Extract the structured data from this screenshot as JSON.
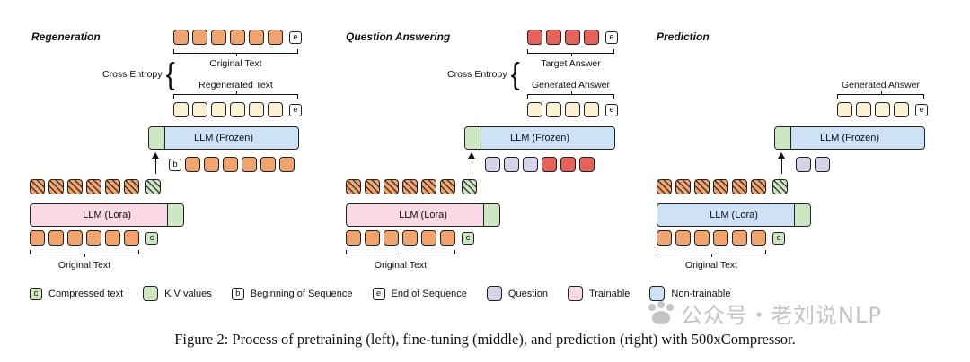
{
  "figure": {
    "caption": "Figure 2: Process of pretraining (left), fine-tuning (middle), and prediction (right) with 500xCompressor.",
    "watermark": "公众号・老刘说NLP"
  },
  "colors": {
    "orange": "#f1a46e",
    "cream": "#fbf2d3",
    "red": "#e9625a",
    "purple": "#d8d2e8",
    "green": "#cde7c3",
    "pink": "#fad9e6",
    "blue": "#cde2f7",
    "border": "#222222",
    "watermark_gray": "#c4c4c4"
  },
  "panels": [
    {
      "title": "Regeneration",
      "cross_entropy": "Cross Entropy",
      "brace_glyph": "{",
      "compare_labels": [
        "Original Text",
        "Regenerated Text"
      ],
      "frozen_label": "LLM (Frozen)",
      "lora_label": "LLM (Lora)",
      "source_label": "Original Text",
      "rows": {
        "target": [
          {
            "type": "orange",
            "count": 6
          },
          {
            "type": "e_token",
            "letter": "e",
            "gap": true
          }
        ],
        "output": [
          {
            "type": "cream",
            "count": 6
          },
          {
            "type": "e_token",
            "letter": "e",
            "gap": true
          }
        ],
        "input": [
          {
            "type": "b_token",
            "letter": "b"
          },
          {
            "type": "orange",
            "count": 6
          }
        ],
        "kv": [
          {
            "type": "orange_hatched",
            "count": 6
          },
          {
            "type": "green_hatched",
            "count": 1,
            "gap": true
          }
        ],
        "source": [
          {
            "type": "orange",
            "count": 6
          },
          {
            "type": "c_token",
            "letter": "c",
            "gap": true
          }
        ]
      }
    },
    {
      "title": "Question Answering",
      "cross_entropy": "Cross Entropy",
      "brace_glyph": "{",
      "compare_labels": [
        "Target Answer",
        "Generated Answer"
      ],
      "frozen_label": "LLM (Frozen)",
      "lora_label": "LLM (Lora)",
      "source_label": "Original Text",
      "rows": {
        "target": [
          {
            "type": "red",
            "count": 4
          },
          {
            "type": "e_token",
            "letter": "e",
            "gap": true
          }
        ],
        "output": [
          {
            "type": "cream",
            "count": 4
          },
          {
            "type": "e_token",
            "letter": "e",
            "gap": true
          }
        ],
        "input": [
          {
            "type": "purple",
            "count": 3
          },
          {
            "type": "red",
            "count": 3
          }
        ],
        "kv": [
          {
            "type": "orange_hatched",
            "count": 6
          },
          {
            "type": "green_hatched",
            "count": 1,
            "gap": true
          }
        ],
        "source": [
          {
            "type": "orange",
            "count": 6
          },
          {
            "type": "c_token",
            "letter": "c",
            "gap": true
          }
        ]
      }
    },
    {
      "title": "Prediction",
      "output_label": "Generated Answer",
      "frozen_label": "LLM (Frozen)",
      "lora_label": "LLM (Lora)",
      "source_label": "Original Text",
      "rows": {
        "output": [
          {
            "type": "cream",
            "count": 4
          },
          {
            "type": "e_token",
            "letter": "e",
            "gap": true
          }
        ],
        "input": [
          {
            "type": "purple",
            "count": 2
          }
        ],
        "kv": [
          {
            "type": "orange_hatched",
            "count": 6
          },
          {
            "type": "green_hatched",
            "count": 1,
            "gap": true
          }
        ],
        "source": [
          {
            "type": "orange",
            "count": 6
          },
          {
            "type": "c_token",
            "letter": "c",
            "gap": true
          }
        ]
      }
    }
  ],
  "legend": [
    {
      "swatch": "c_token",
      "letter": "c",
      "label": "Compressed text"
    },
    {
      "swatch": "green",
      "label": "K V values"
    },
    {
      "swatch": "b_token",
      "letter": "b",
      "label": "Beginning of Sequence"
    },
    {
      "swatch": "e_token",
      "letter": "e",
      "label": "End of Sequence"
    },
    {
      "swatch": "purple",
      "label": "Question"
    },
    {
      "swatch": "pink",
      "label": "Trainable"
    },
    {
      "swatch": "blue",
      "label": "Non-trainable"
    }
  ]
}
